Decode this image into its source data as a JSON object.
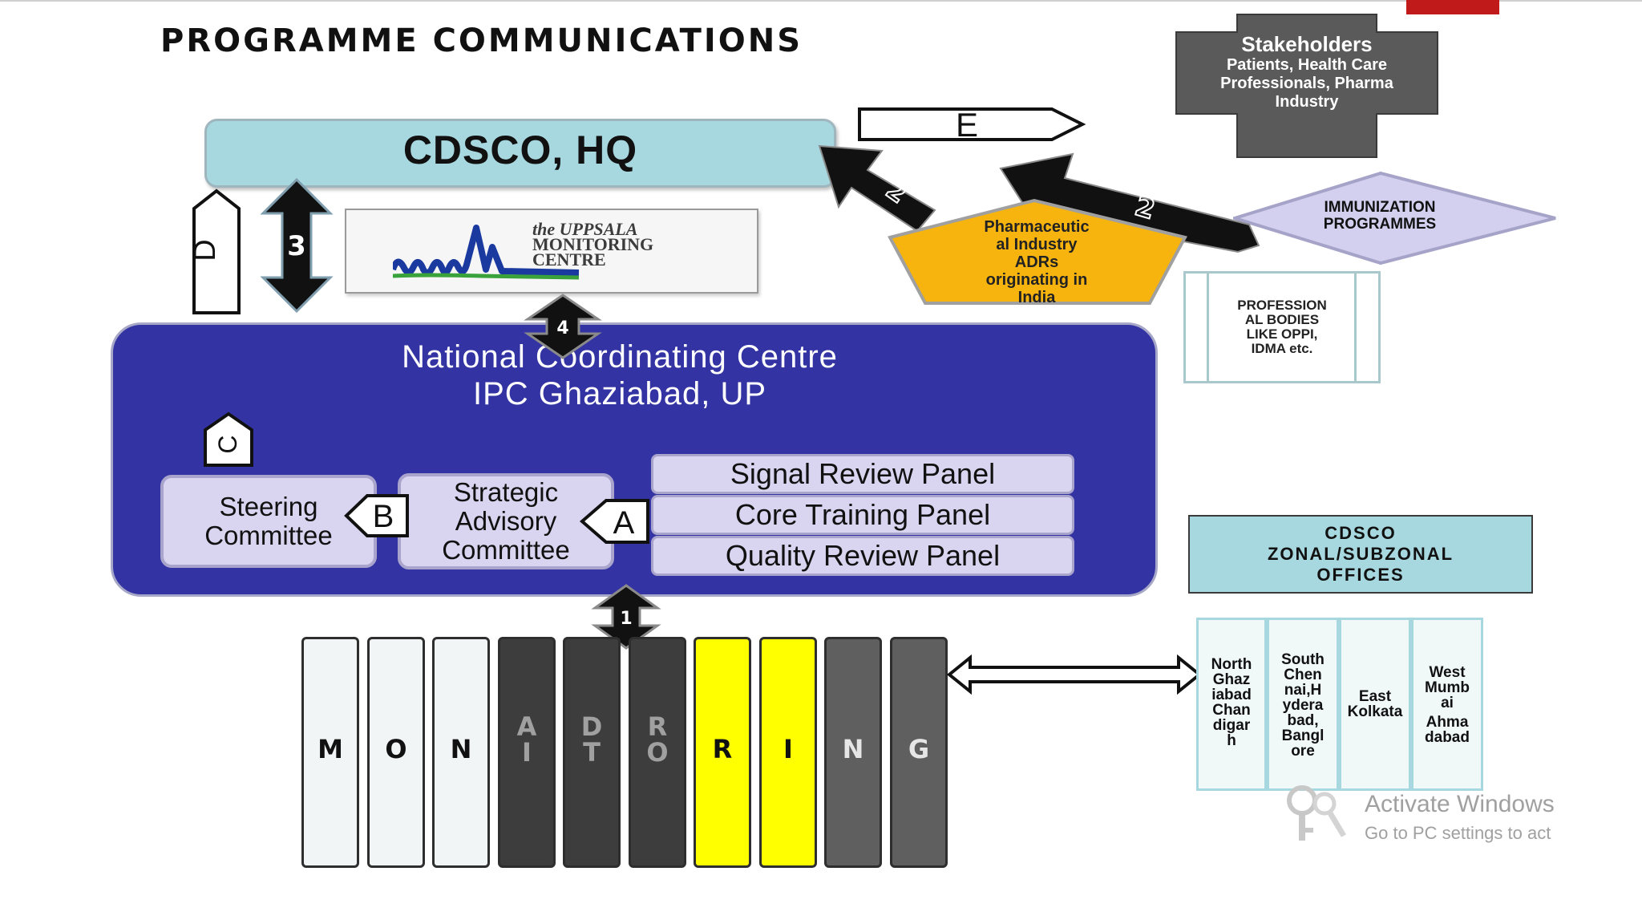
{
  "title": "PROGRAMME COMMUNICATIONS",
  "cdsco_hq": "CDSCO, HQ",
  "uppsala": {
    "line1": "the UPPSALA",
    "line2": "MONITORING",
    "line3": "CENTRE"
  },
  "ncc": {
    "line1": "National Coordinating Centre",
    "line2": "IPC Ghaziabad, UP"
  },
  "committees": {
    "steering_line1": "Steering",
    "steering_line2": "Committee",
    "strategic_line1": "Strategic",
    "strategic_line2": "Advisory",
    "strategic_line3": "Committee"
  },
  "panels": [
    "Signal Review Panel",
    "Core Training Panel",
    "Quality Review Panel"
  ],
  "flow_labels": {
    "a": "A",
    "b": "B",
    "c": "C",
    "d": "D",
    "e": "E",
    "num1": "1",
    "num2": "2",
    "num3": "3",
    "num4": "4"
  },
  "stakeholders": {
    "title": "Stakeholders",
    "line1": "Patients, Health Care",
    "line2": "Professionals, Pharma",
    "line3": "Industry"
  },
  "immunization": {
    "line1": "IMMUNIZATION",
    "line2": "PROGRAMMES"
  },
  "pharma": {
    "line1": "Pharmaceutic",
    "line2": "al Industry",
    "line3": "ADRs",
    "line4": "originating in",
    "line5": "India"
  },
  "professional_bodies": {
    "line1": "PROFESSION",
    "line2": "AL BODIES",
    "line3": "LIKE OPPI,",
    "line4": "IDMA etc."
  },
  "zonal": {
    "line1": "CDSCO",
    "line2": "ZONAL/SUBZONAL",
    "line3": "OFFICES"
  },
  "zones": {
    "north": [
      "North",
      "Ghaz",
      "iabad",
      "Chan",
      "digar",
      "h"
    ],
    "south": [
      "South",
      "Chen",
      "nai,H",
      "ydera",
      "bad,",
      "Bangl",
      "ore"
    ],
    "east": [
      "East",
      "Kolkata"
    ],
    "west": [
      "West",
      "Mumb",
      "ai",
      "Ahma",
      "dabad"
    ]
  },
  "monitoring_bars": [
    {
      "top": "",
      "bottom": "M",
      "fill": "#f1f5f5",
      "text_color": "#111111"
    },
    {
      "top": "",
      "bottom": "O",
      "fill": "#f1f5f5",
      "text_color": "#111111"
    },
    {
      "top": "",
      "bottom": "N",
      "fill": "#f1f5f5",
      "text_color": "#111111"
    },
    {
      "top": "A",
      "bottom": "I",
      "fill": "#3d3d3d",
      "text_color": "#a0a0a0"
    },
    {
      "top": "D",
      "bottom": "T",
      "fill": "#3d3d3d",
      "text_color": "#a0a0a0"
    },
    {
      "top": "R",
      "bottom": "O",
      "fill": "#3d3d3d",
      "text_color": "#a0a0a0"
    },
    {
      "top": "",
      "bottom": "R",
      "fill": "#ffff00",
      "text_color": "#111111"
    },
    {
      "top": "",
      "bottom": "I",
      "fill": "#ffff00",
      "text_color": "#111111"
    },
    {
      "top": "",
      "bottom": "N",
      "fill": "#5f5f5f",
      "text_color": "#e6e6e6"
    },
    {
      "top": "",
      "bottom": "G",
      "fill": "#5f5f5f",
      "text_color": "#e6e6e6"
    }
  ],
  "watermark": {
    "line1": "Activate Windows",
    "line2": "Go to PC settings to act"
  },
  "colors": {
    "cdsco_fill": "#a8d8df",
    "ncc_fill": "#3333a3",
    "committee_fill": "#d9d5f0",
    "pharma_fill": "#f7b40f",
    "stakeholders_fill": "#5a5a5a",
    "immunization_fill": "#d2d0ee"
  },
  "icons": [
    "key-icon"
  ]
}
